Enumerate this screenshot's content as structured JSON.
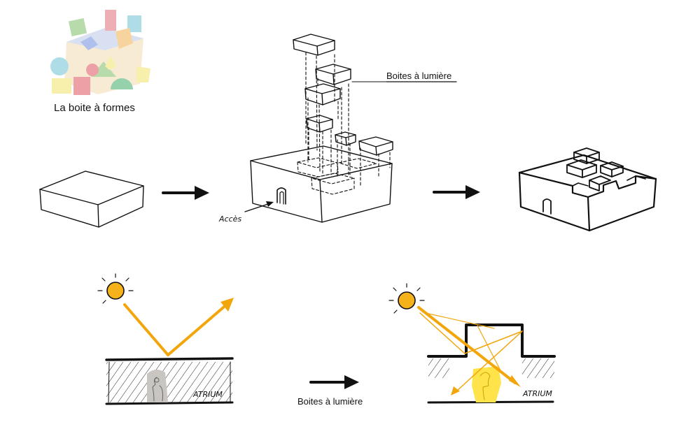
{
  "labels": {
    "toy": "La boite à formes",
    "lightboxes": "Boites à lumière",
    "access": "Accès",
    "atrium_left": "ATRIUM",
    "atrium_right": "ATRIUM",
    "bottom_caption": "Boites à lumière"
  },
  "colors": {
    "ink": "#111111",
    "light_ray": "#f2a60c",
    "sun": "#f5b21b",
    "figure_glow": "#ffe34a",
    "figure_grey": "#c9c6c1"
  },
  "icons": {
    "sun": "sun-icon",
    "arrow": "arrow-right-icon"
  }
}
